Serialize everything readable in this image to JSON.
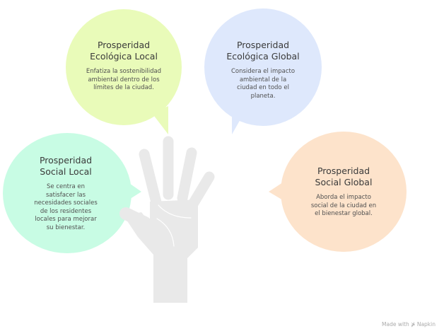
{
  "bubbles": [
    {
      "title": "Prosperidad Ecológica Local",
      "description": "Enfatiza la sostenibilidad ambiental dentro de los límites de la ciudad.",
      "color": "#e9fbb9"
    },
    {
      "title": "Prosperidad Ecológica Global",
      "description": "Considera el impacto ambiental de la ciudad en todo el planeta.",
      "color": "#dee8fc"
    },
    {
      "title": "Prosperidad Social Local",
      "description": "Se centra en satisfacer las necesidades sociales de los residentes locales para mejorar su bienestar.",
      "color": "#c8fce4"
    },
    {
      "title": "Prosperidad Social Global",
      "description": "Aborda el impacto social de la ciudad en el bienestar global.",
      "color": "#fde3cb"
    }
  ],
  "hand_color": "#e9e9e9",
  "footer": {
    "made_with": "Made with",
    "brand": "Napkin"
  }
}
